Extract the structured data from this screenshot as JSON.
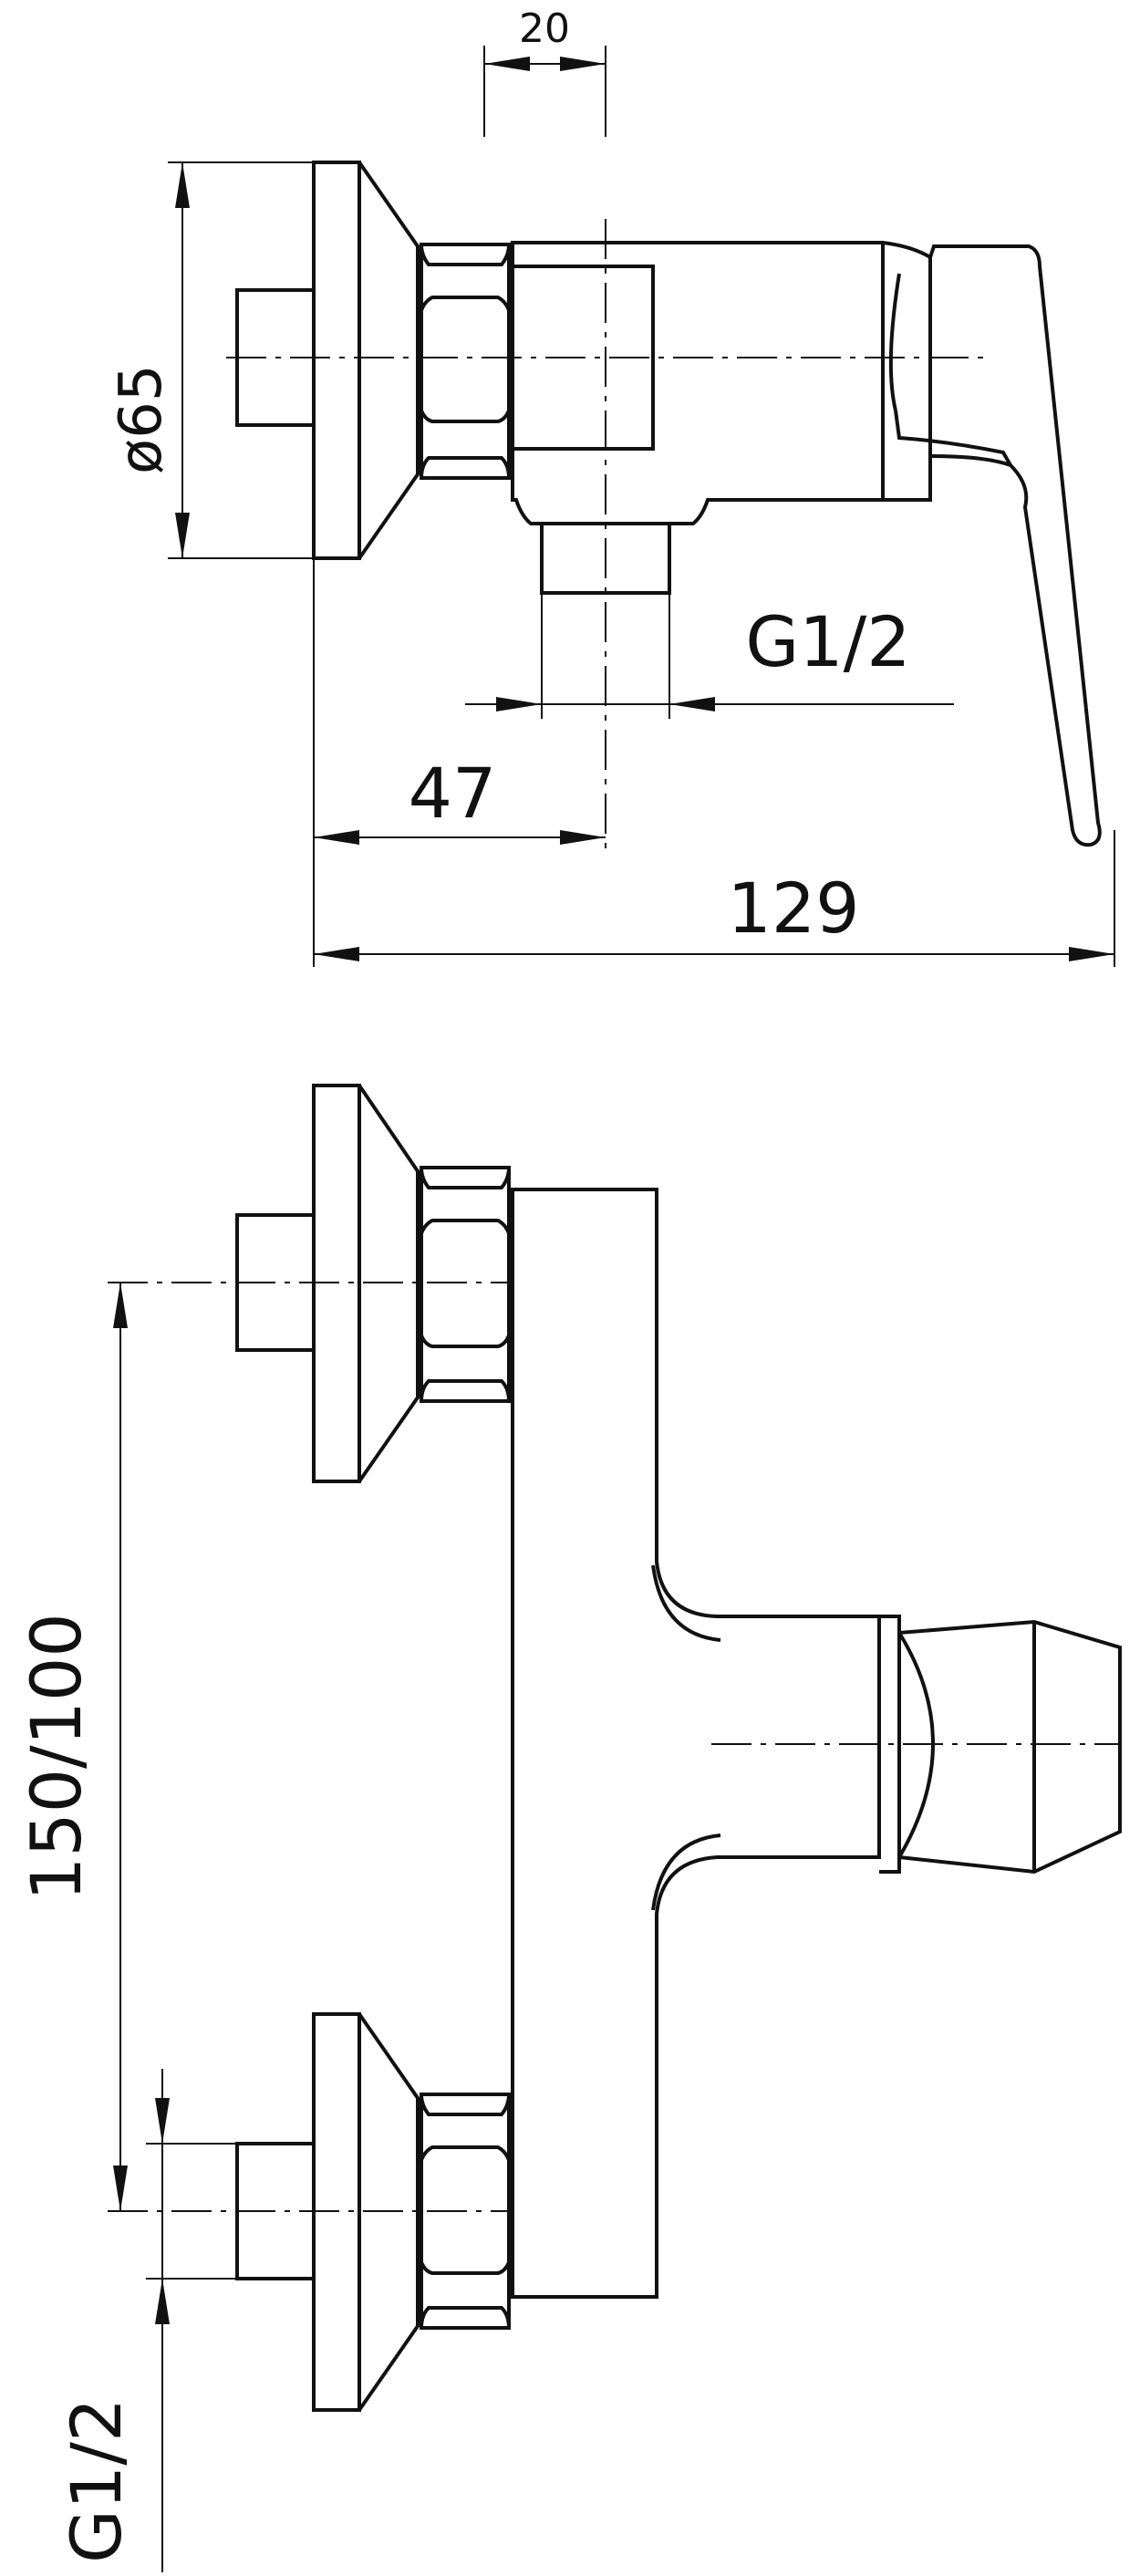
{
  "dimensions": {
    "offset_top": "20",
    "flange_diameter": "ø65",
    "connection_thread_side": "G1/2",
    "inlet_to_axis": "47",
    "overall_length": "129",
    "inlet_spacing": "150/100",
    "connection_thread_front": "G1/2"
  },
  "colors": {
    "line": "#111111",
    "background": "#ffffff"
  }
}
